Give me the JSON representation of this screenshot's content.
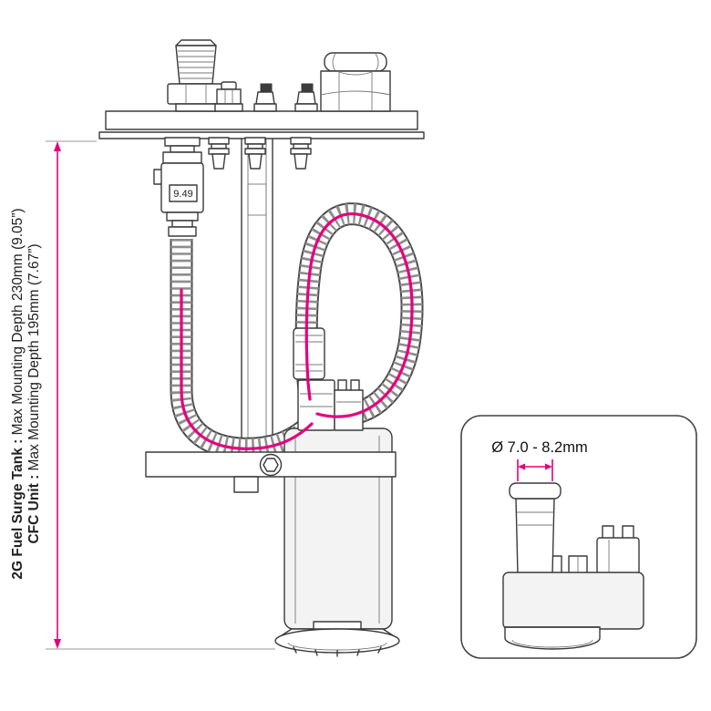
{
  "labels": {
    "surge_tank_bold": "2G Fuel Surge Tank :",
    "surge_tank_rest": "Max Mounting Depth 230mm (9.05”)",
    "cfc_bold": "CFC Unit :",
    "cfc_rest": "Max Mounting Depth 195mm (7.67”)",
    "component_value": "9.49",
    "inset_dimension": "Ø 7.0 - 8.2mm"
  },
  "colors": {
    "accent": "#e5007d",
    "line": "#3a3a3a",
    "extension": "#9a9a9a"
  }
}
